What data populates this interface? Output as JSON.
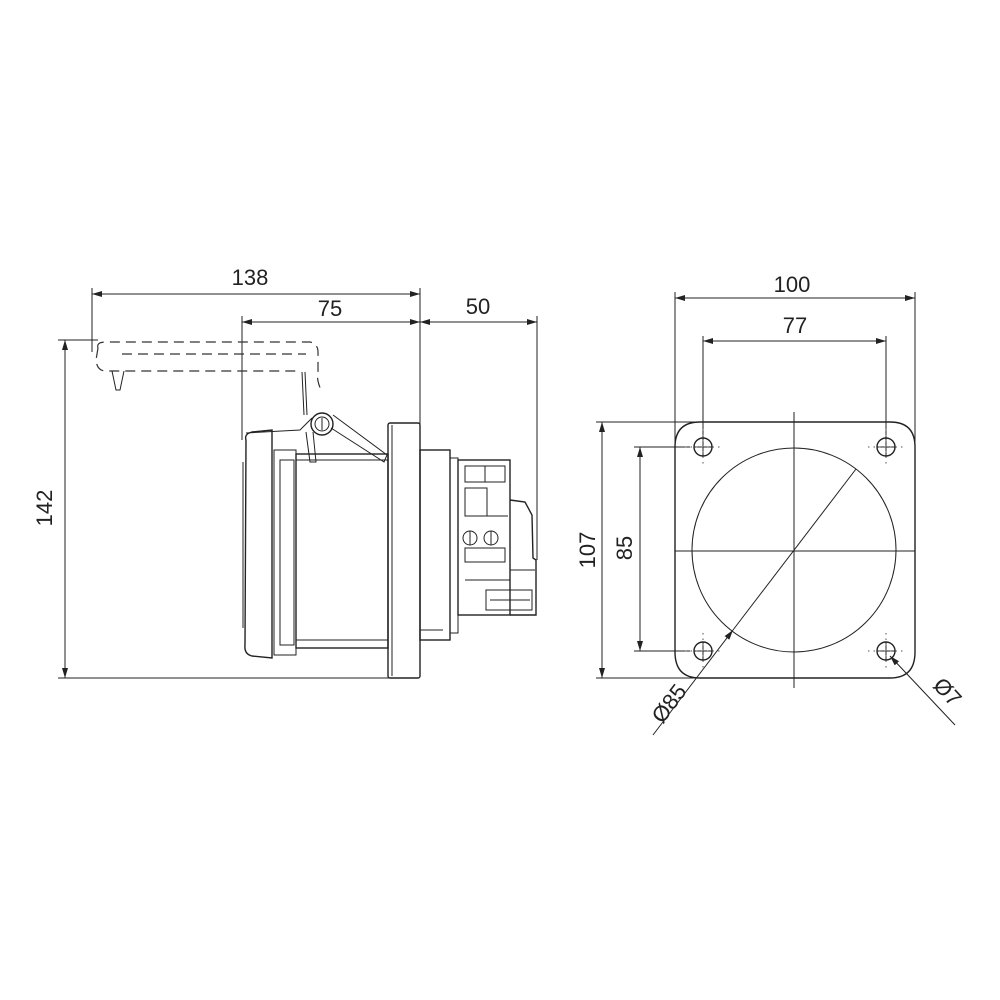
{
  "drawing": {
    "colors": {
      "line": "#222222",
      "background": "#ffffff"
    },
    "side_view": {
      "dimensions": {
        "overall_depth": "138",
        "body_depth": "75",
        "rear_depth": "50",
        "overall_height": "142"
      }
    },
    "front_view": {
      "dimensions": {
        "plate_width": "100",
        "hole_spacing_x": "77",
        "plate_height": "107",
        "hole_spacing_y": "85",
        "cutout_diameter": "Ø85",
        "hole_diameter": "Ø7"
      }
    }
  }
}
